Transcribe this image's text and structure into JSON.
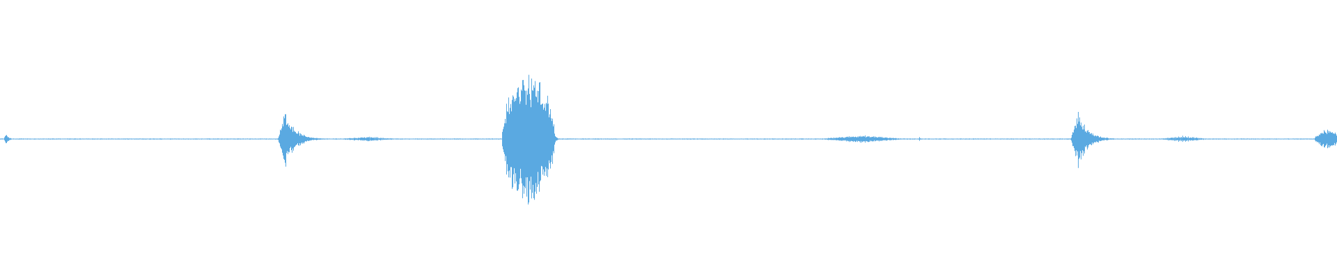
{
  "waveform": {
    "color": "#5aa9e1",
    "background": "#ffffff",
    "axis": {
      "time_range": [
        0,
        1
      ],
      "amplitude_range": [
        -1,
        1
      ]
    },
    "events": [
      {
        "center": 0.006,
        "width": 0.012,
        "amplitude": 0.07,
        "shape": "burst"
      },
      {
        "center": 0.22,
        "width": 0.045,
        "amplitude": 0.36,
        "shape": "burst"
      },
      {
        "center": 0.275,
        "width": 0.05,
        "amplitude": 0.03,
        "shape": "tone"
      },
      {
        "center": 0.395,
        "width": 0.04,
        "amplitude": 0.78,
        "shape": "swell"
      },
      {
        "center": 0.416,
        "width": 0.01,
        "amplitude": 0.06,
        "shape": "burst"
      },
      {
        "center": 0.645,
        "width": 0.07,
        "amplitude": 0.05,
        "shape": "tone"
      },
      {
        "center": 0.688,
        "width": 0.004,
        "amplitude": 0.03,
        "shape": "burst"
      },
      {
        "center": 0.813,
        "width": 0.045,
        "amplitude": 0.34,
        "shape": "burst"
      },
      {
        "center": 0.885,
        "width": 0.04,
        "amplitude": 0.04,
        "shape": "tone"
      },
      {
        "center": 0.993,
        "width": 0.02,
        "amplitude": 0.11,
        "shape": "swell"
      }
    ],
    "noise_floor": 0.006
  }
}
